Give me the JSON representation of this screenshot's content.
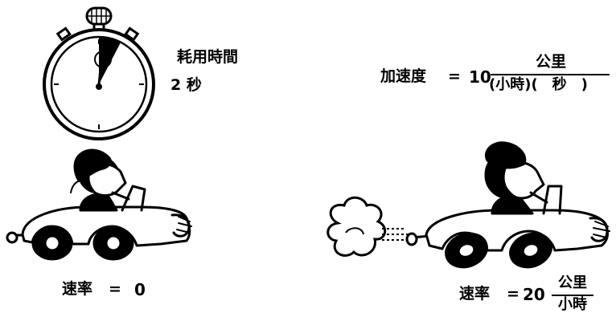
{
  "stopwatch": {
    "label": "耗用時間",
    "time": "2 秒"
  },
  "acceleration": {
    "label": "加速度",
    "equals": "=",
    "value": "10",
    "numerator": "公里",
    "denominator": "(小時)(　秒　)"
  },
  "car_left": {
    "speed_label": "速率",
    "equals": "=",
    "value": "0"
  },
  "car_right": {
    "speed_label": "速率",
    "equals": "=",
    "value": "20",
    "numerator": "公里",
    "denominator": "小時"
  }
}
